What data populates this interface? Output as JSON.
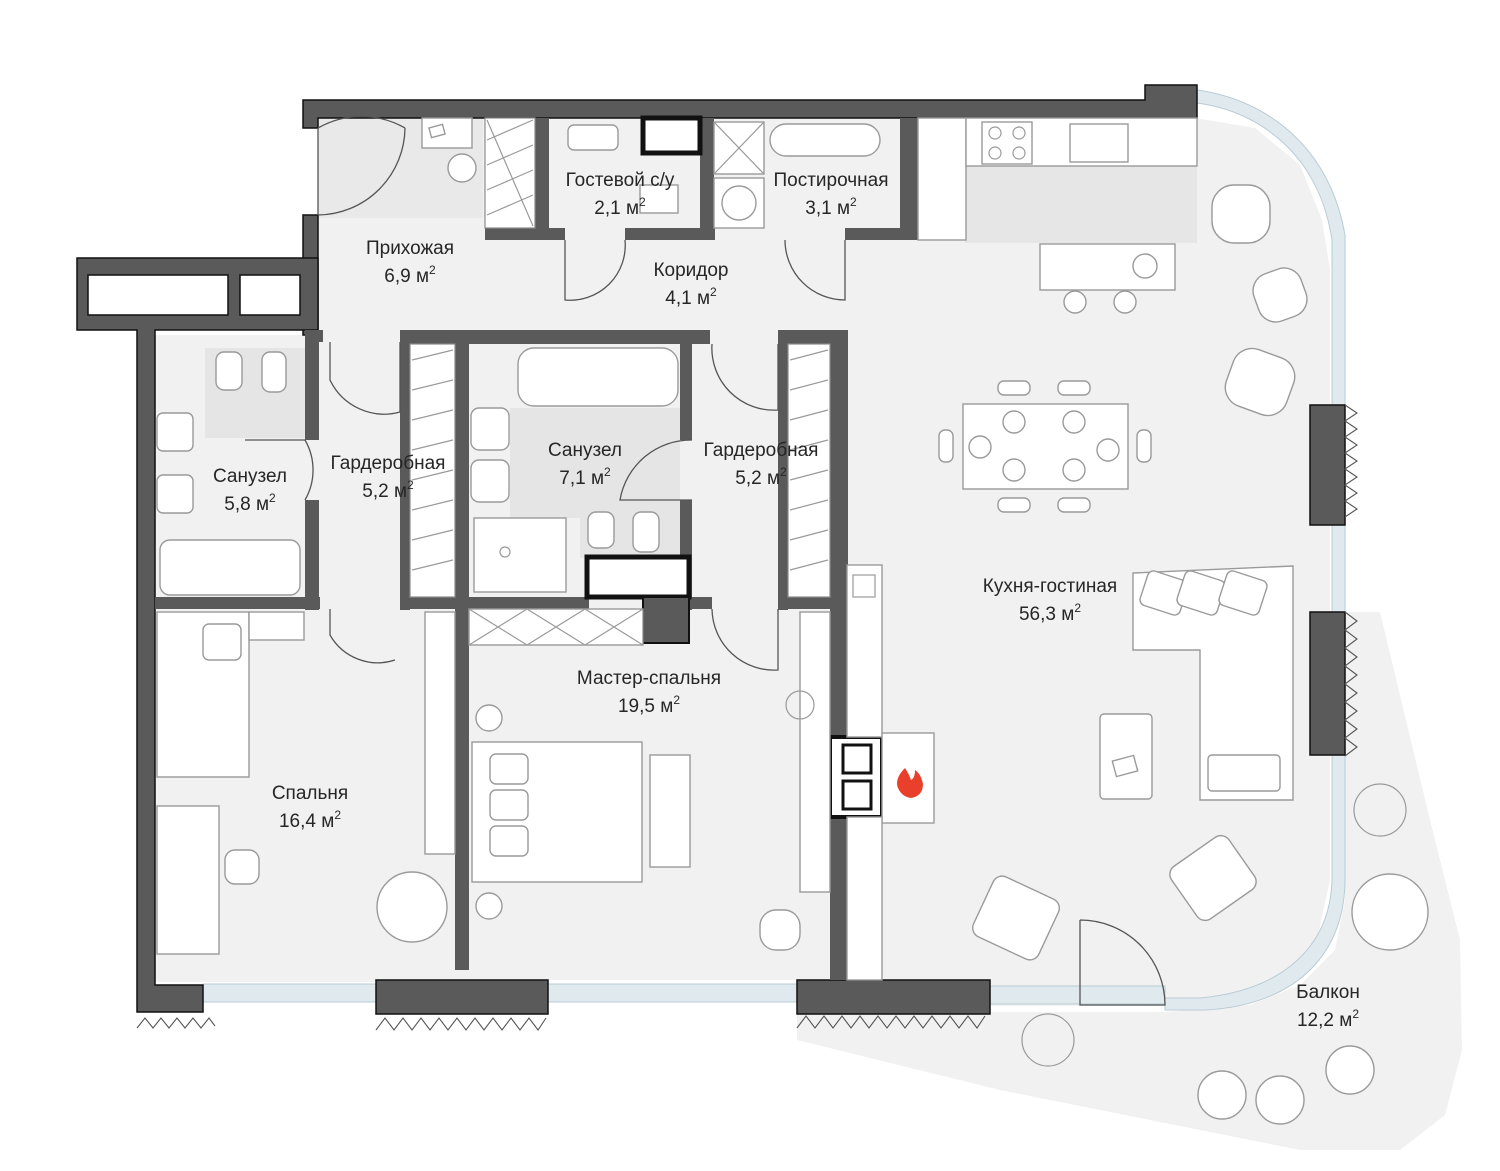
{
  "plan": {
    "area_unit": "м",
    "area_unit_exponent": "2",
    "rooms": [
      {
        "id": "hall",
        "name": "Прихожая",
        "area": "6,9"
      },
      {
        "id": "guest_wc",
        "name": "Гостевой с/у",
        "area": "2,1"
      },
      {
        "id": "laundry",
        "name": "Постирочная",
        "area": "3,1"
      },
      {
        "id": "corridor",
        "name": "Коридор",
        "area": "4,1"
      },
      {
        "id": "bath_left",
        "name": "Санузел",
        "area": "5,8"
      },
      {
        "id": "wardrobe_left",
        "name": "Гардеробная",
        "area": "5,2"
      },
      {
        "id": "bath_master",
        "name": "Санузел",
        "area": "7,1"
      },
      {
        "id": "wardrobe_master",
        "name": "Гардеробная",
        "area": "5,2"
      },
      {
        "id": "kitchen_living",
        "name": "Кухня-гостиная",
        "area": "56,3"
      },
      {
        "id": "master_bedroom",
        "name": "Мастер-спальня",
        "area": "19,5"
      },
      {
        "id": "bedroom",
        "name": "Спальня",
        "area": "16,4"
      },
      {
        "id": "balcony",
        "name": "Балкон",
        "area": "12,2"
      }
    ],
    "colors": {
      "floor": "#f2f2f2",
      "wall": "#5a5a5a",
      "wall_outline": "#111111",
      "glazing": "#dfe9ee",
      "fire_icon": "#e8402a"
    }
  }
}
